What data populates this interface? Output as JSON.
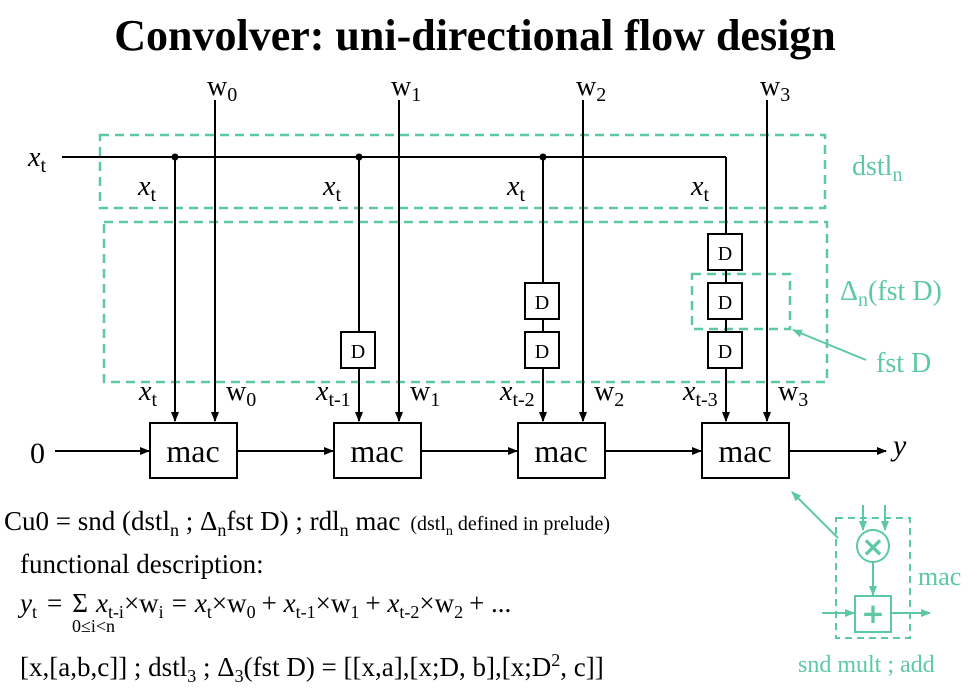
{
  "title": "Convolver: uni-directional flow design",
  "colors": {
    "accent": "#5cc8a4",
    "ink": "#000000"
  },
  "weights_top": [
    {
      "base": "w",
      "sub": "0"
    },
    {
      "base": "w",
      "sub": "1"
    },
    {
      "base": "w",
      "sub": "2"
    },
    {
      "base": "w",
      "sub": "3"
    }
  ],
  "input": {
    "base": "x",
    "sub": "t"
  },
  "branch_labels": [
    {
      "base": "x",
      "sub": "t"
    },
    {
      "base": "x",
      "sub": "t"
    },
    {
      "base": "x",
      "sub": "t"
    },
    {
      "base": "x",
      "sub": "t"
    }
  ],
  "mac_inputs": [
    {
      "x": {
        "base": "x",
        "sub": "t"
      },
      "w": {
        "base": "w",
        "sub": "0"
      }
    },
    {
      "x": {
        "base": "x",
        "sub": "t-1"
      },
      "w": {
        "base": "w",
        "sub": "1"
      }
    },
    {
      "x": {
        "base": "x",
        "sub": "t-2"
      },
      "w": {
        "base": "w",
        "sub": "2"
      }
    },
    {
      "x": {
        "base": "x",
        "sub": "t-3"
      },
      "w": {
        "base": "w",
        "sub": "3"
      }
    }
  ],
  "delay_label": "D",
  "mac_label": "mac",
  "zero_label": "0",
  "output_label": "y",
  "annotations": {
    "dstl": {
      "base": "dstl",
      "sub": "n"
    },
    "delta_prefix": "Δ",
    "delta_sub": "n",
    "delta_suffix": "(fst D)",
    "fstD": "fst D",
    "mac": "mac",
    "snd_mult_add": "snd mult ; add"
  },
  "inset_symbols": {
    "mult": "×",
    "add": "+"
  },
  "equations": {
    "cu0_a": "Cu0 = snd (dstl",
    "cu0_sub1": "n",
    "cu0_b": " ; Δ",
    "cu0_sub2": "n",
    "cu0_c": "fst D) ; rdl",
    "cu0_sub3": "n",
    "cu0_d": " mac",
    "note_a": "(dstl",
    "note_sub": "n",
    "note_b": " defined in prelude)",
    "functional_desc": "functional description:",
    "yt_base": "y",
    "yt_sub": "t",
    "equals": "=",
    "sigma": "Σ",
    "sigma_range": "0≤i<n",
    "sum_term": {
      "x": "x",
      "xs": "t-i",
      "times": "×",
      "w": "w",
      "ws": "i"
    },
    "expansion": [
      {
        "xs": "t",
        "ws": "0"
      },
      {
        "xs": "t-1",
        "ws": "1"
      },
      {
        "xs": "t-2",
        "ws": "2"
      }
    ],
    "ellipsis": "+ ...",
    "last_line": {
      "p1": "[x,[a,b,c]] ; dstl",
      "s1": "3",
      "p2": " ; Δ",
      "s2": "3",
      "p3": "(fst D) = [[x,a],[x;D, b],[x;D",
      "sup": "2",
      "p4": ", c]]"
    }
  }
}
